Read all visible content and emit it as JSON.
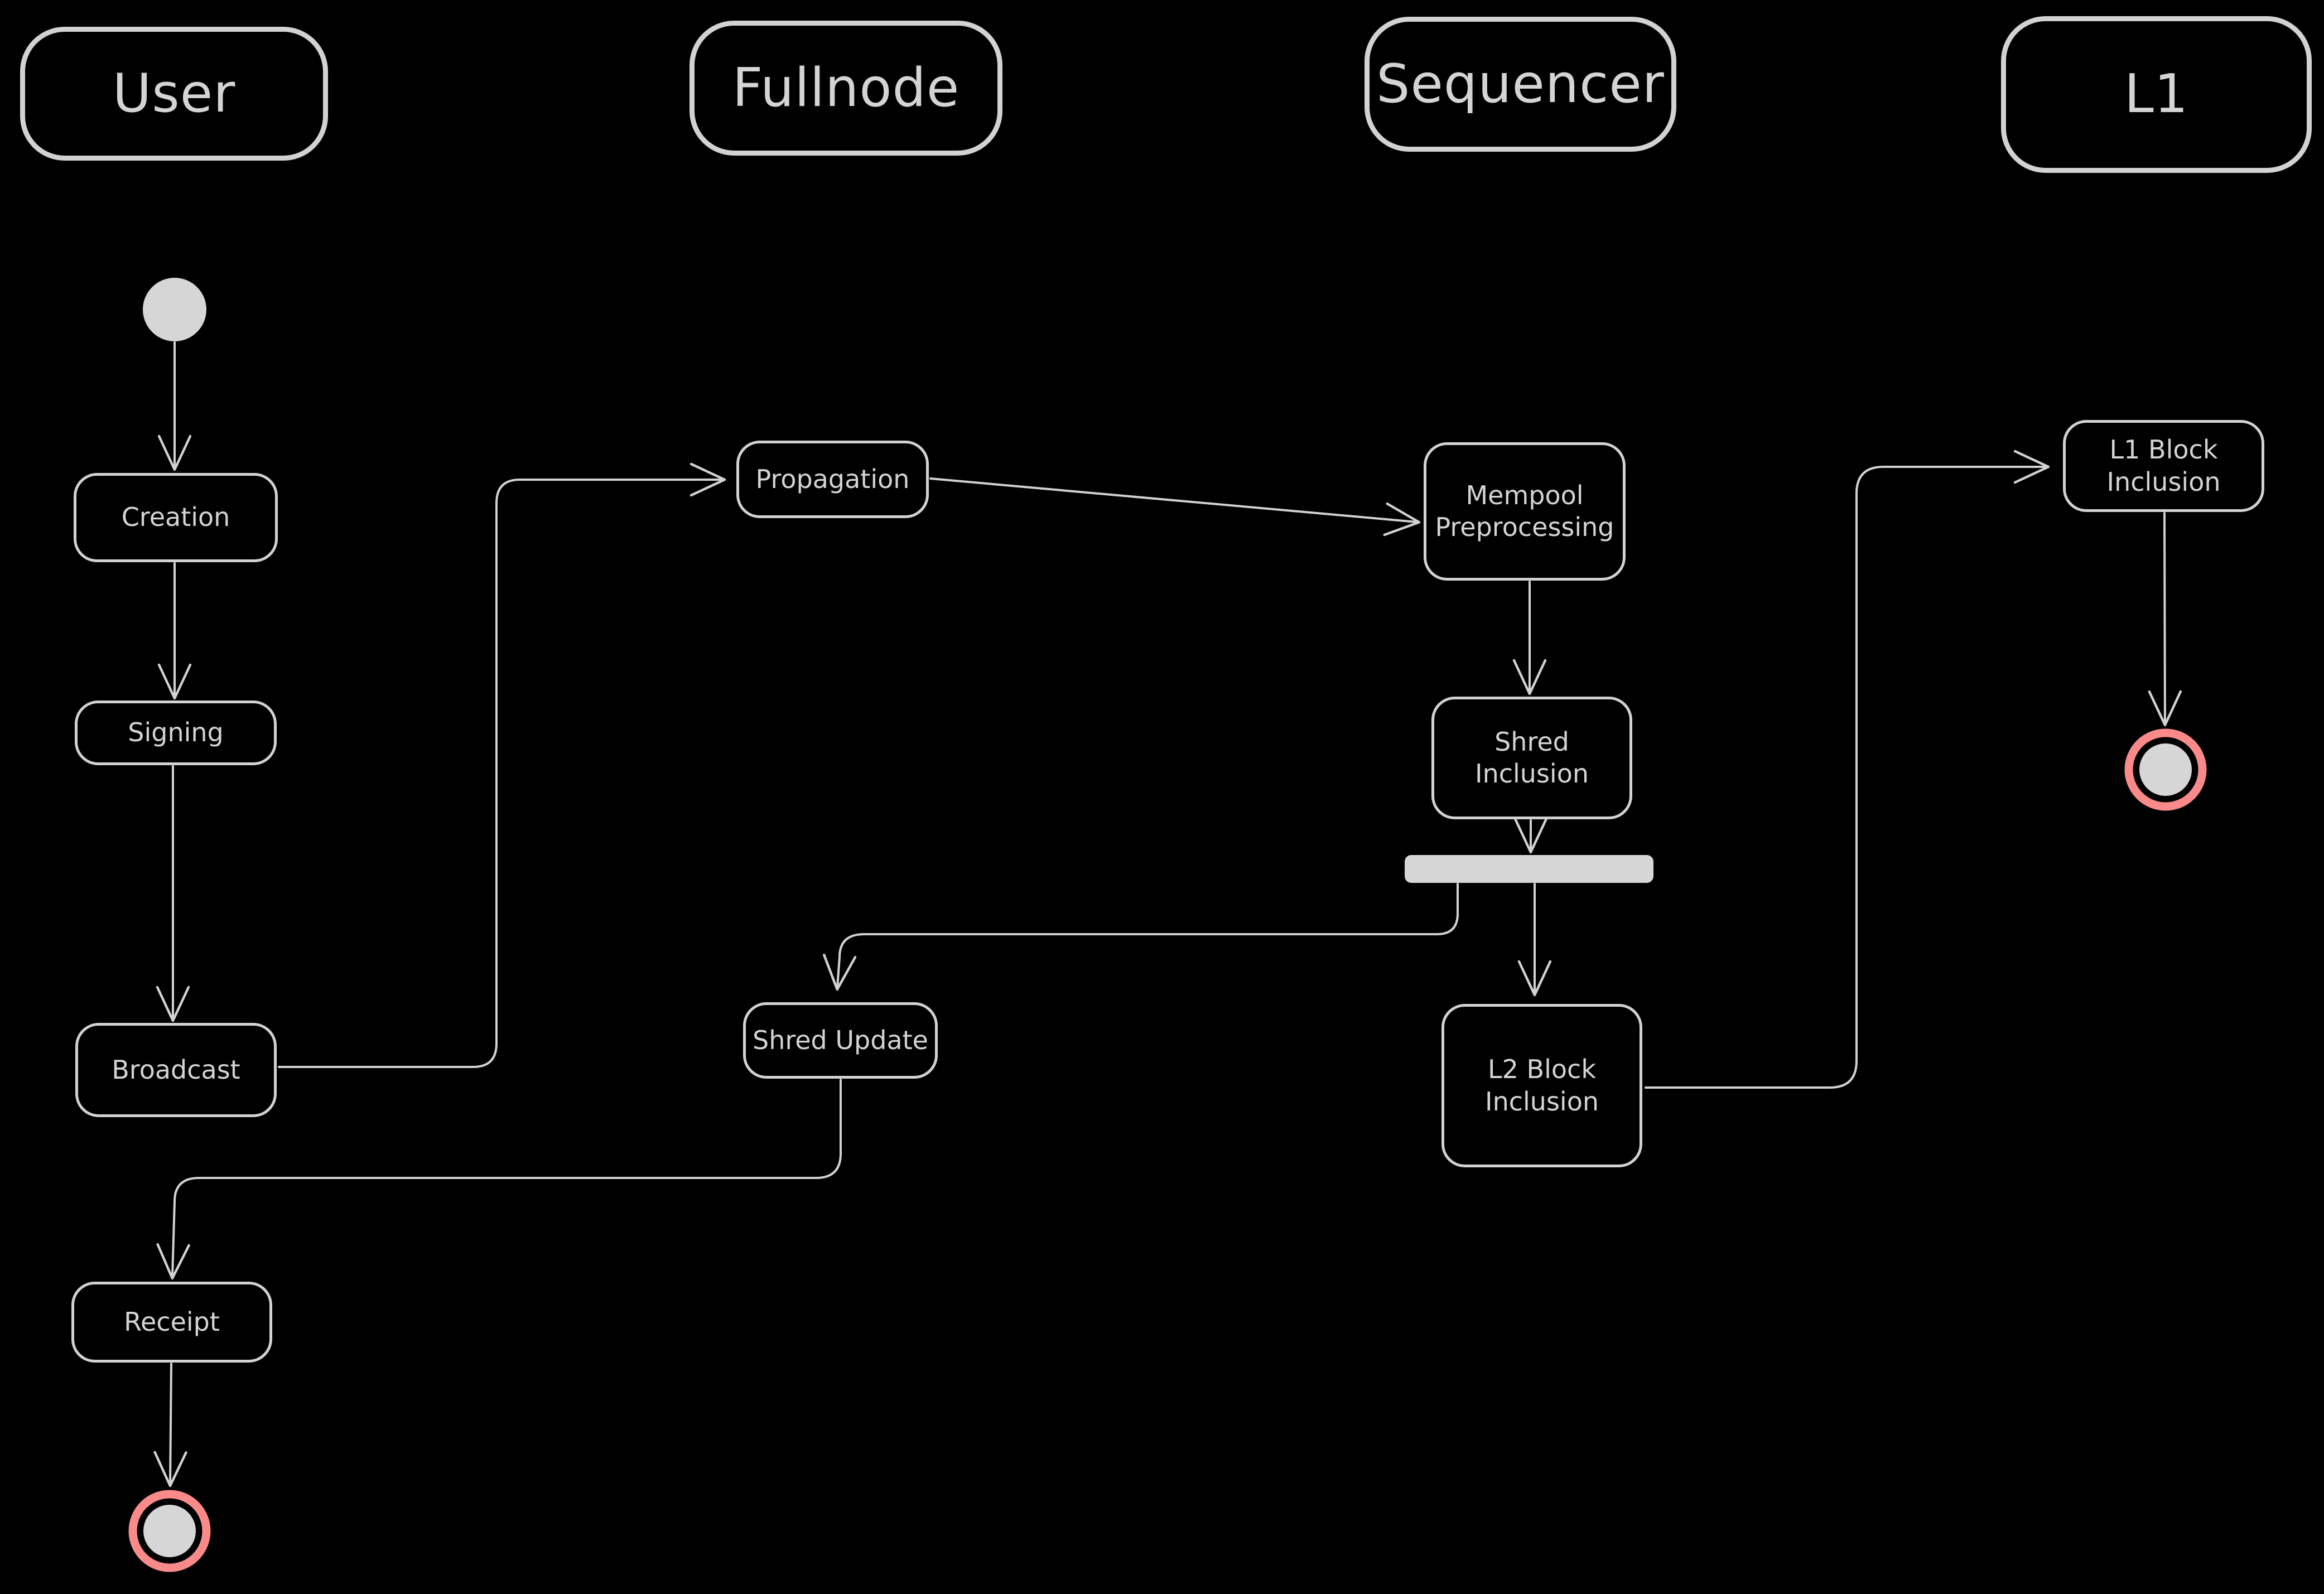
{
  "diagram": {
    "type": "uml-activity-swimlane-diagram",
    "style": "hand-drawn whiteboard on black background"
  },
  "colors": {
    "background": "#000000",
    "stroke": "#d2d2d2",
    "text": "#d4d4d4",
    "shape_fill": "#d6d6d6",
    "final_ring": "#fa8a8a"
  },
  "lanes": [
    {
      "label": "User"
    },
    {
      "label": "Fullnode"
    },
    {
      "label": "Sequencer"
    },
    {
      "label": "L1"
    }
  ],
  "nodes": {
    "creation": "Creation",
    "signing": "Signing",
    "broadcast": "Broadcast",
    "receipt": "Receipt",
    "propagation": "Propagation",
    "shred_update": "Shred Update",
    "mempool_preprocessing": "Mempool Preprocessing",
    "shred_inclusion": "Shred Inclusion",
    "l2_block_inclusion": "L2 Block Inclusion",
    "l1_block_inclusion": "L1 Block Inclusion"
  },
  "symbols": {
    "initial_state": "filled-circle (User lane)",
    "fork_join_bar": "horizontal bar (Sequencer lane)",
    "final_state_user": "red ring with gray dot (User lane)",
    "final_state_l1": "red ring with gray dot (L1 lane)"
  },
  "edges": [
    {
      "from": "Start",
      "to": "Creation"
    },
    {
      "from": "Creation",
      "to": "Signing"
    },
    {
      "from": "Signing",
      "to": "Broadcast"
    },
    {
      "from": "Broadcast",
      "to": "Propagation"
    },
    {
      "from": "Propagation",
      "to": "Mempool Preprocessing"
    },
    {
      "from": "Mempool Preprocessing",
      "to": "Shred Inclusion"
    },
    {
      "from": "Shred Inclusion",
      "to": "Fork bar"
    },
    {
      "from": "Fork bar",
      "to": "L2 Block Inclusion"
    },
    {
      "from": "Fork bar",
      "to": "Shred Update"
    },
    {
      "from": "Shred Update",
      "to": "Receipt"
    },
    {
      "from": "Receipt",
      "to": "End (User)"
    },
    {
      "from": "L2 Block Inclusion",
      "to": "L1 Block Inclusion"
    },
    {
      "from": "L1 Block Inclusion",
      "to": "End (L1)"
    }
  ]
}
